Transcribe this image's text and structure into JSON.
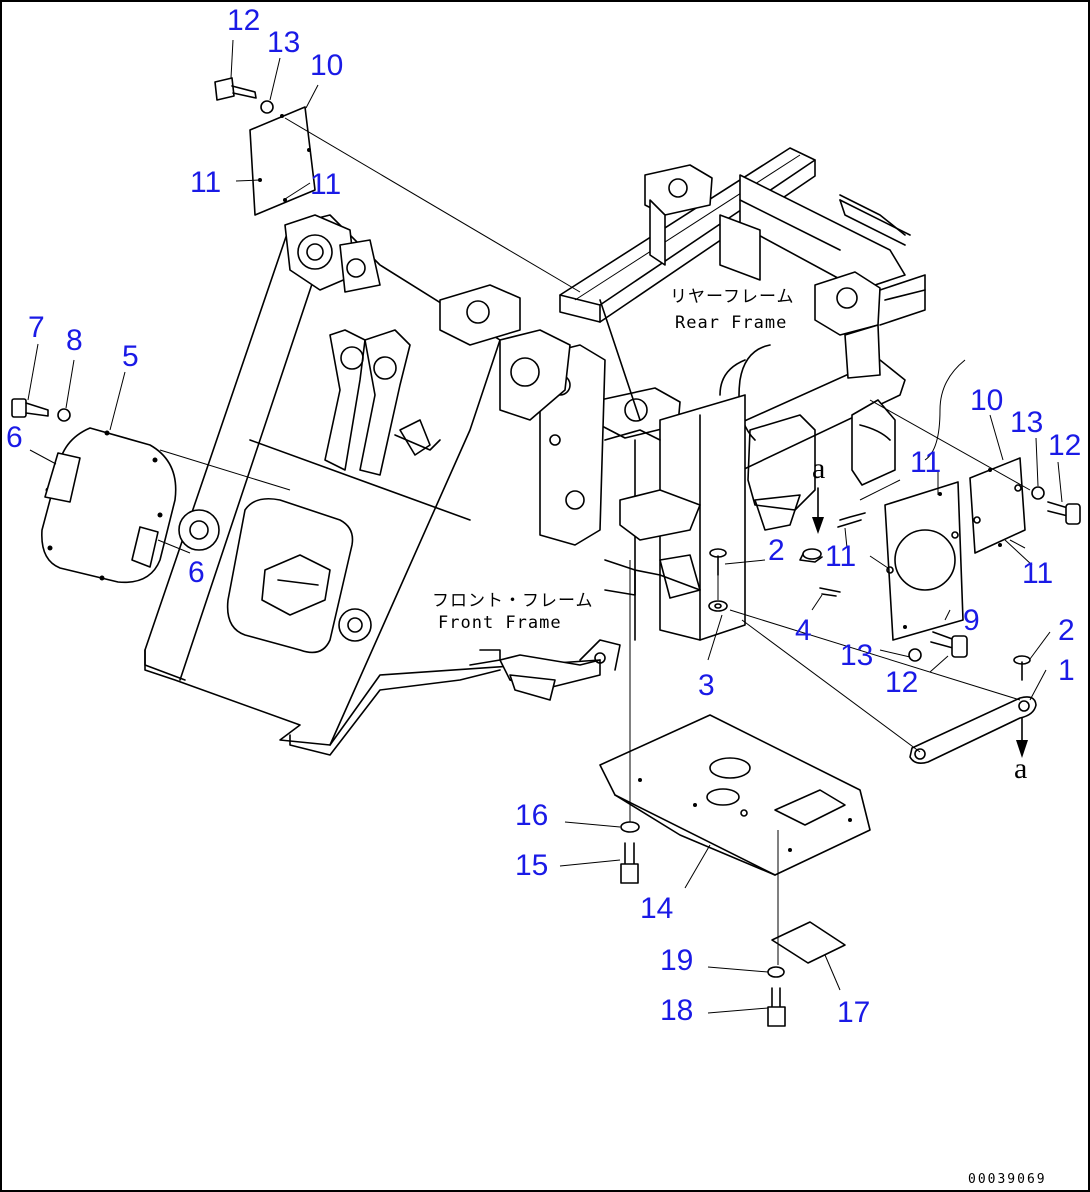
{
  "diagram": {
    "labels": {
      "rear_frame_jp": "リヤーフレーム",
      "rear_frame_en": "Rear Frame",
      "front_frame_jp": "フロント・フレーム",
      "front_frame_en": "Front Frame",
      "view_mark": "a",
      "doc_number": "00039069"
    },
    "callouts": [
      {
        "id": "c12a",
        "text": "12"
      },
      {
        "id": "c13a",
        "text": "13"
      },
      {
        "id": "c10a",
        "text": "10"
      },
      {
        "id": "c11a",
        "text": "11"
      },
      {
        "id": "c11b",
        "text": "11"
      },
      {
        "id": "c7",
        "text": "7"
      },
      {
        "id": "c8",
        "text": "8"
      },
      {
        "id": "c5",
        "text": "5"
      },
      {
        "id": "c6a",
        "text": "6"
      },
      {
        "id": "c6b",
        "text": "6"
      },
      {
        "id": "c10b",
        "text": "10"
      },
      {
        "id": "c13b",
        "text": "13"
      },
      {
        "id": "c12b",
        "text": "12"
      },
      {
        "id": "c11c",
        "text": "11"
      },
      {
        "id": "c11d",
        "text": "11"
      },
      {
        "id": "c11e",
        "text": "11"
      },
      {
        "id": "c2a",
        "text": "2"
      },
      {
        "id": "c4",
        "text": "4"
      },
      {
        "id": "c9",
        "text": "9"
      },
      {
        "id": "c13c",
        "text": "13"
      },
      {
        "id": "c12c",
        "text": "12"
      },
      {
        "id": "c2b",
        "text": "2"
      },
      {
        "id": "c1",
        "text": "1"
      },
      {
        "id": "c3",
        "text": "3"
      },
      {
        "id": "c16",
        "text": "16"
      },
      {
        "id": "c15",
        "text": "15"
      },
      {
        "id": "c14",
        "text": "14"
      },
      {
        "id": "c19",
        "text": "19"
      },
      {
        "id": "c18",
        "text": "18"
      },
      {
        "id": "c17",
        "text": "17"
      }
    ]
  }
}
